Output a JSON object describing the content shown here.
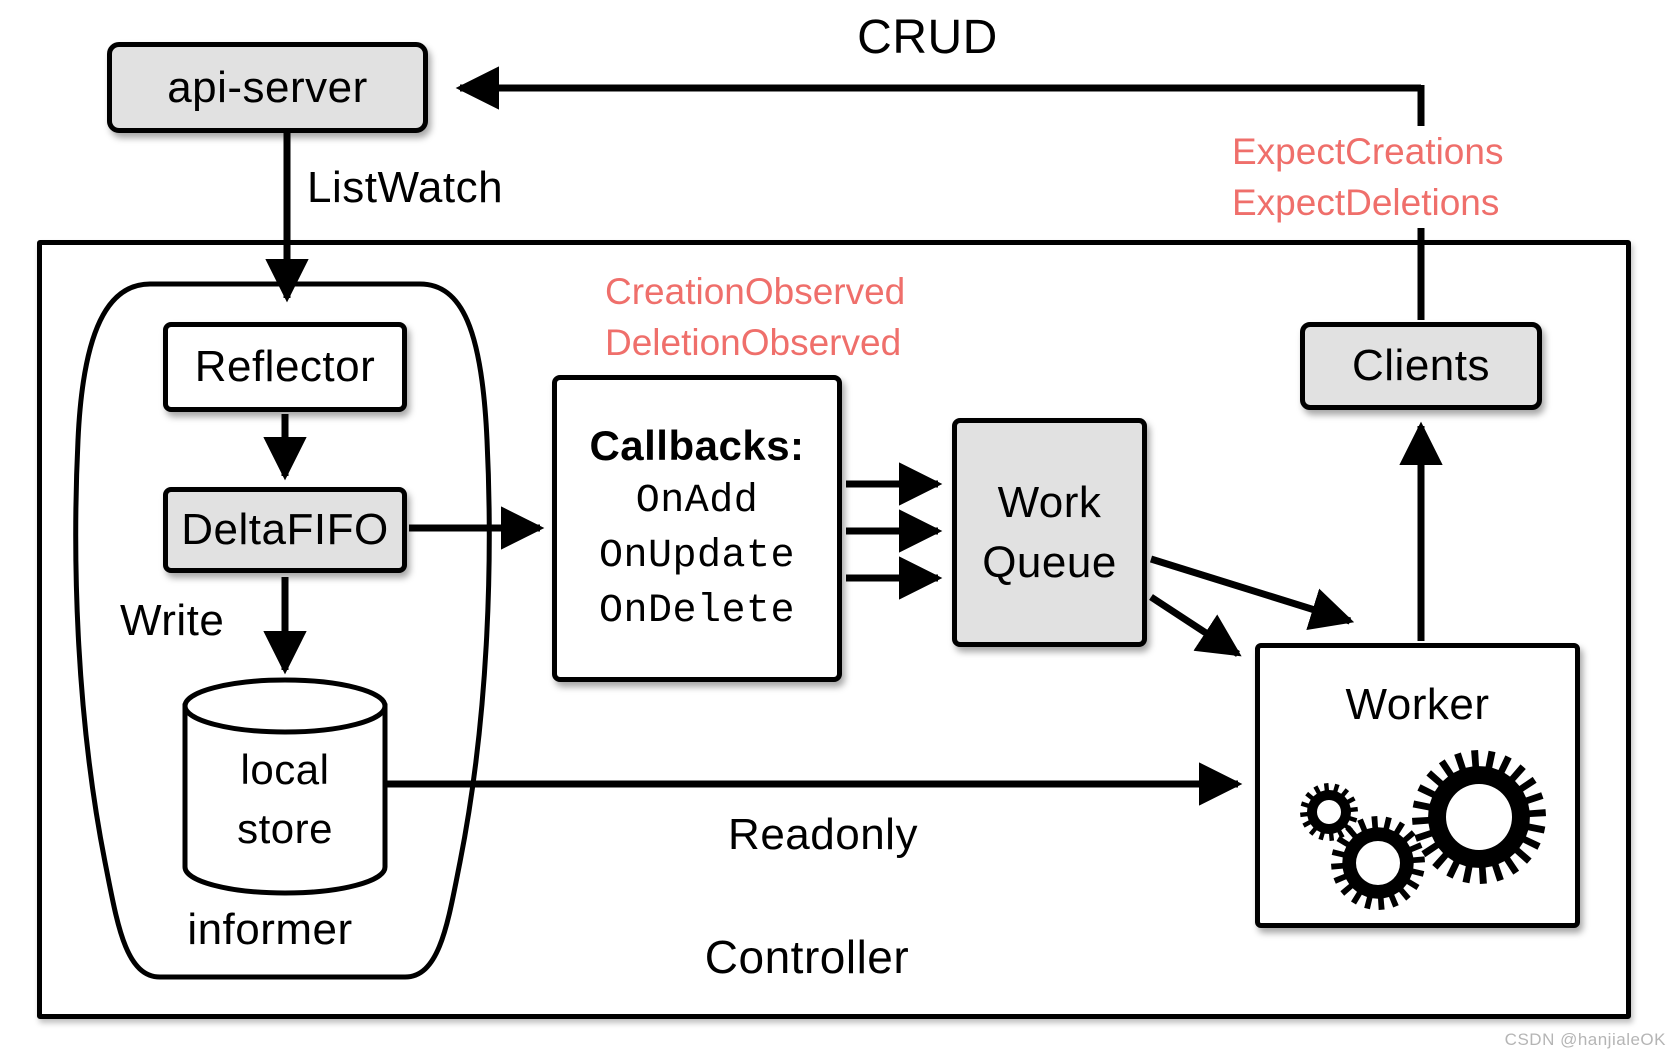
{
  "diagram": {
    "nodes": {
      "api_server": "api-server",
      "reflector": "Reflector",
      "delta_fifo": "DeltaFIFO",
      "local_store_line1": "local",
      "local_store_line2": "store",
      "informer": "informer",
      "callbacks_title": "Callbacks:",
      "callbacks_items": [
        "OnAdd",
        "OnUpdate",
        "OnDelete"
      ],
      "work_queue_line1": "Work",
      "work_queue_line2": "Queue",
      "worker": "Worker",
      "clients": "Clients",
      "controller": "Controller"
    },
    "edge_labels": {
      "crud": "CRUD",
      "listwatch": "ListWatch",
      "write": "Write",
      "readonly": "Readonly"
    },
    "annotations": {
      "expect_line1": "ExpectCreations",
      "expect_line2": "ExpectDeletions",
      "observed_line1": "CreationObserved",
      "observed_line2": "DeletionObserved"
    },
    "icons": {
      "worker_gears": "gears-icon"
    },
    "colors": {
      "annotation_red": "#ef6f6b",
      "box_gray": "#e1e1e1",
      "line_black": "#000000",
      "watermark_gray": "#b5b5b5"
    },
    "watermark": "CSDN @hanjialeOK"
  }
}
